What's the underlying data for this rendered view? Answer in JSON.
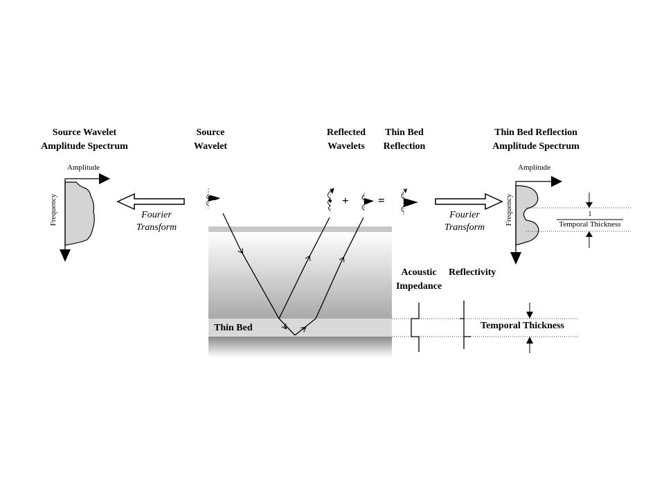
{
  "headers": {
    "source_spectrum": [
      "Source Wavelet",
      "Amplitude Spectrum"
    ],
    "source_wavelet": [
      "Source",
      "Wavelet"
    ],
    "reflected_wavelets": [
      "Reflected",
      "Wavelets"
    ],
    "thin_bed_reflection": [
      "Thin Bed",
      "Reflection"
    ],
    "thin_bed_spectrum": [
      "Thin Bed Reflection",
      "Amplitude Spectrum"
    ]
  },
  "axes": {
    "amplitude": "Amplitude",
    "frequency": "Frequency"
  },
  "transform": [
    "Fourier",
    "Transform"
  ],
  "operators": {
    "plus": "+",
    "equals": "="
  },
  "fraction": {
    "numerator": "1",
    "denominator": "Temporal Thickness"
  },
  "logs": {
    "acoustic_impedance": [
      "Acoustic",
      "Impedance"
    ],
    "reflectivity": "Reflectivity",
    "temporal_thickness": "Temporal Thickness"
  },
  "layer_label": "Thin Bed"
}
